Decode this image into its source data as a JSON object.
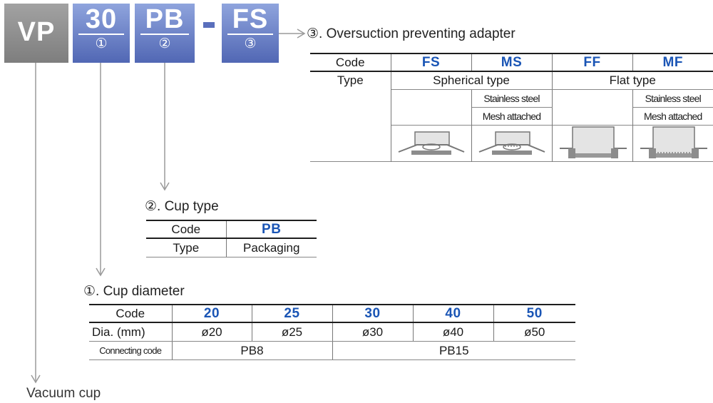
{
  "part_code": {
    "prefix": "VP",
    "segments": [
      {
        "code": "30",
        "marker": "①"
      },
      {
        "code": "PB",
        "marker": "②"
      },
      {
        "code": "FS",
        "marker": "③"
      }
    ]
  },
  "vacuum_cup_label": "Vacuum cup",
  "section3": {
    "title": "③. Oversuction preventing adapter",
    "header_label": "Code",
    "codes": [
      "FS",
      "MS",
      "FF",
      "MF"
    ],
    "type_label": "Type",
    "type_spherical": "Spherical type",
    "type_flat": "Flat type",
    "material_line1": "Stainless steel",
    "material_line2": "Mesh attached"
  },
  "section2": {
    "title": "②. Cup type",
    "header_label": "Code",
    "code": "PB",
    "type_label": "Type",
    "type_value": "Packaging"
  },
  "section1": {
    "title": "①. Cup diameter",
    "header_label": "Code",
    "codes": [
      "20",
      "25",
      "30",
      "40",
      "50"
    ],
    "dia_label": "Dia. (mm)",
    "diameters": [
      "ø20",
      "ø25",
      "ø30",
      "ø40",
      "ø50"
    ],
    "connecting_label": "Connecting code",
    "connecting": [
      "PB8",
      "PB15"
    ]
  },
  "colors": {
    "code_blue": "#1a55b5",
    "box_blue": "#5a6fbc",
    "box_grey": "#8c8c8c",
    "line_grey": "#9a9a9a"
  }
}
